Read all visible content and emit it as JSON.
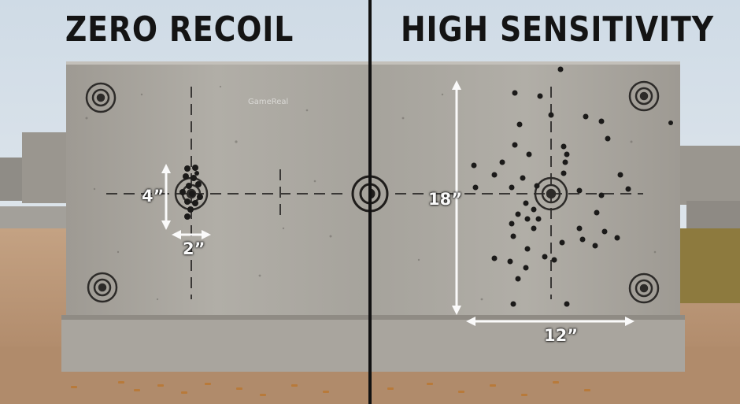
{
  "left_panel": {
    "title": "ZERO RECOIL",
    "height_label": "4”",
    "width_label": "2”",
    "watermark": "GameReal"
  },
  "right_panel": {
    "title": "HIGH SENSITIVITY",
    "height_label": "18”",
    "width_label": "12”"
  },
  "colors": {
    "sky": "#dde6ee",
    "concrete": "#a9a69f",
    "ground": "#b9977a",
    "divider": "#111111",
    "title": "#141414",
    "label": "#fafafa"
  },
  "icons": [
    "target-icon",
    "bullet-hole-icon",
    "shell-casing-icon"
  ]
}
